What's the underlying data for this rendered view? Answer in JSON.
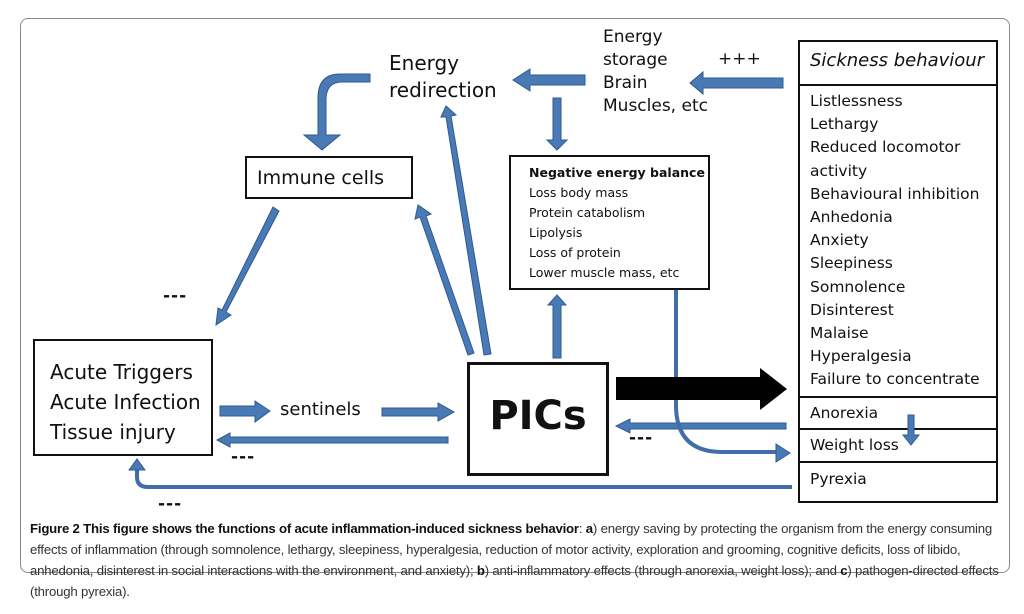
{
  "figure": {
    "nodes": {
      "energy_redirection": [
        "Energy",
        "redirection"
      ],
      "energy_storage": [
        "Energy",
        "storage",
        "Brain",
        "Muscles, etc"
      ],
      "immune_cells": "Immune cells",
      "acute": [
        "Acute Triggers",
        "Acute Infection",
        "Tissue injury"
      ],
      "pics": "PICs",
      "negative_energy": {
        "title": "Negative energy balance",
        "items": [
          "Loss body mass",
          "Protein catabolism",
          "Lipolysis",
          "Loss of protein",
          "Lower muscle mass, etc"
        ]
      },
      "sickness": {
        "title": "Sickness behaviour",
        "items": [
          "Listlessness",
          "Lethargy",
          "Reduced locomotor",
          "activity",
          "Behavioural inhibition",
          "Anhedonia",
          "Anxiety",
          "Sleepiness",
          "Somnolence",
          "Disinterest",
          "Malaise",
          "Hyperalgesia",
          "Failure to concentrate"
        ],
        "anorexia": "Anorexia",
        "weight_loss": "Weight loss",
        "pyrexia": "Pyrexia"
      }
    },
    "edge_labels": {
      "plus": "+++",
      "minus": "---",
      "sentinels": "sentinels"
    },
    "colors": {
      "arrow_fill": "#4a7ab5",
      "arrow_stroke": "#2f5a8f",
      "bold_arrow": "#000000"
    }
  },
  "caption": {
    "label": "Figure 2",
    "title": "This figure shows the functions of acute inflammation-induced sickness behavior",
    "part_a_label": "a",
    "part_a": ") energy saving by protecting the organism from the energy consuming effects of inflammation (through somnolence, lethargy, sleepiness, hyperalgesia, reduction of motor activity, exploration and grooming, cognitive deficits, loss of libido, anhedonia, disinterest in social interactions with the environment, and anxiety); ",
    "part_b_label": "b",
    "part_b": ") anti-inflammatory effects (through anorexia, weight loss); and ",
    "part_c_label": "c",
    "part_c": ") pathogen-directed effects (through pyrexia)."
  }
}
